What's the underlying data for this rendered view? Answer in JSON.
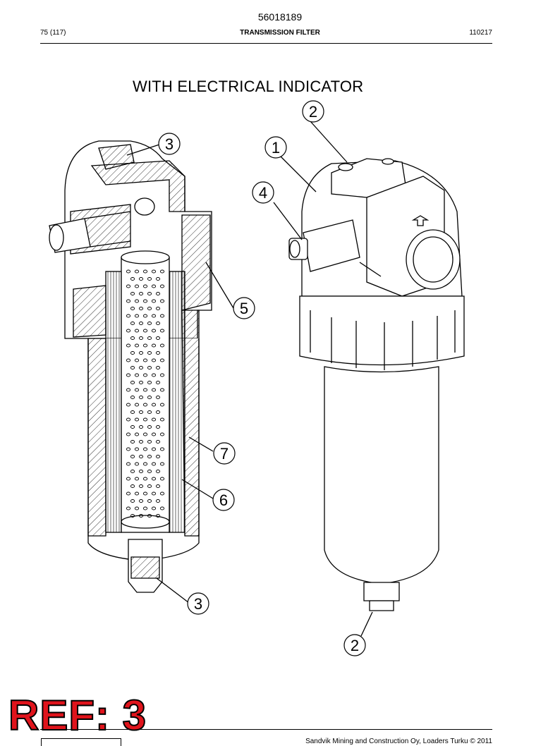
{
  "header": {
    "doc_number": "56018189",
    "page_count": "75 (117)",
    "section_title": "TRANSMISSION FILTER",
    "date_code": "110217"
  },
  "drawing": {
    "title": "WITH ELECTRICAL INDICATOR",
    "callouts": [
      {
        "id": "c2-top",
        "label": "2"
      },
      {
        "id": "c3-top",
        "label": "3"
      },
      {
        "id": "c1",
        "label": "1"
      },
      {
        "id": "c4",
        "label": "4"
      },
      {
        "id": "c5",
        "label": "5"
      },
      {
        "id": "c7",
        "label": "7"
      },
      {
        "id": "c6",
        "label": "6"
      },
      {
        "id": "c3-bottom",
        "label": "3"
      },
      {
        "id": "c2-bottom",
        "label": "2"
      }
    ]
  },
  "footer": {
    "ref_label": "REF: 3",
    "copyright": "Sandvik Mining and Construction Oy, Loaders Turku © 2011"
  },
  "colors": {
    "ref_red": "#e0141c",
    "line": "#000000"
  }
}
